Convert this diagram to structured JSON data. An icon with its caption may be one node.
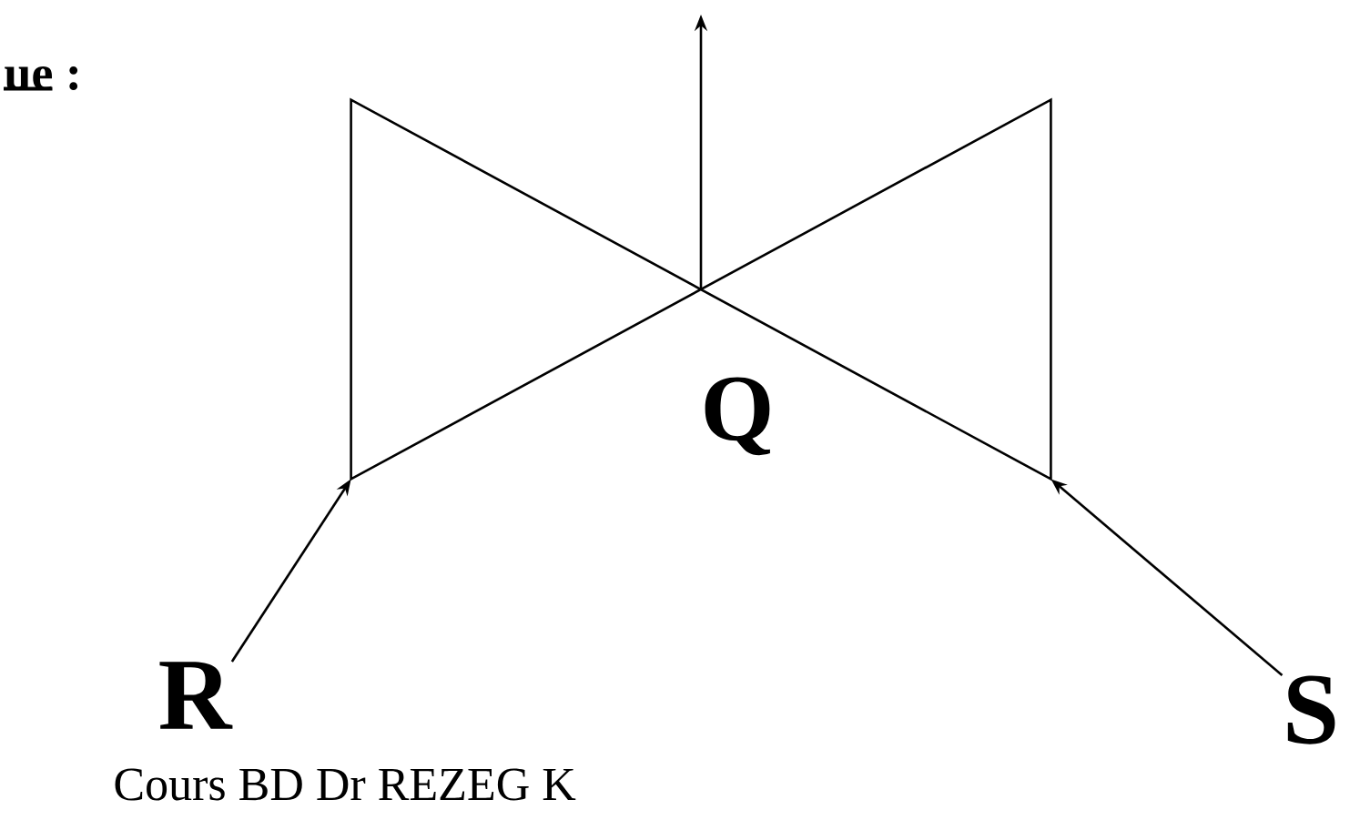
{
  "diagram": {
    "nodes": [
      {
        "text": [
          "R"
        ]
      },
      {
        "text": [
          "S"
        ]
      },
      {
        "text": [],
        "shape": "bowtie",
        "beside": [
          "Q"
        ]
      }
    ],
    "edges": [
      {
        "from": 0,
        "to": 2,
        "arrow": "to"
      },
      {
        "from": 1,
        "to": 2,
        "arrow": "to"
      },
      {
        "from": 2,
        "to": null,
        "arrow": "to"
      }
    ],
    "labels": [
      "ue :",
      "Cours BD Dr REZEG K"
    ]
  }
}
